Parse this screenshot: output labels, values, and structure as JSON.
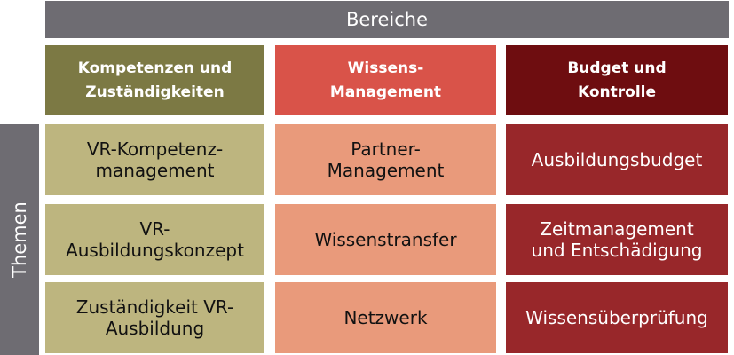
{
  "header": {
    "title": "Bereiche"
  },
  "side": {
    "label": "Themen"
  },
  "columns": [
    {
      "label": "Kompetenzen und\nZuständigkeiten",
      "color": "#7c7944"
    },
    {
      "label": "Wissens-\nManagement",
      "color": "#d95349"
    },
    {
      "label": "Budget und\nKontrolle",
      "color": "#6e0d10"
    }
  ],
  "rows": [
    [
      "VR-Kompetenz-\nmanagement",
      "Partner-\nManagement",
      "Ausbildungsbudget"
    ],
    [
      "VR-\nAusbildungskonzept",
      "Wissenstransfer",
      "Zeitmanagement\nund Entschädigung"
    ],
    [
      "Zuständigkeit VR-\nAusbildung",
      "Netzwerk",
      "Wissensüberprüfung"
    ]
  ],
  "colors": {
    "bar": "#6e6c72",
    "olive_light": "#bdb57f",
    "salmon_light": "#e99a7b",
    "red_dark": "#98272a"
  }
}
